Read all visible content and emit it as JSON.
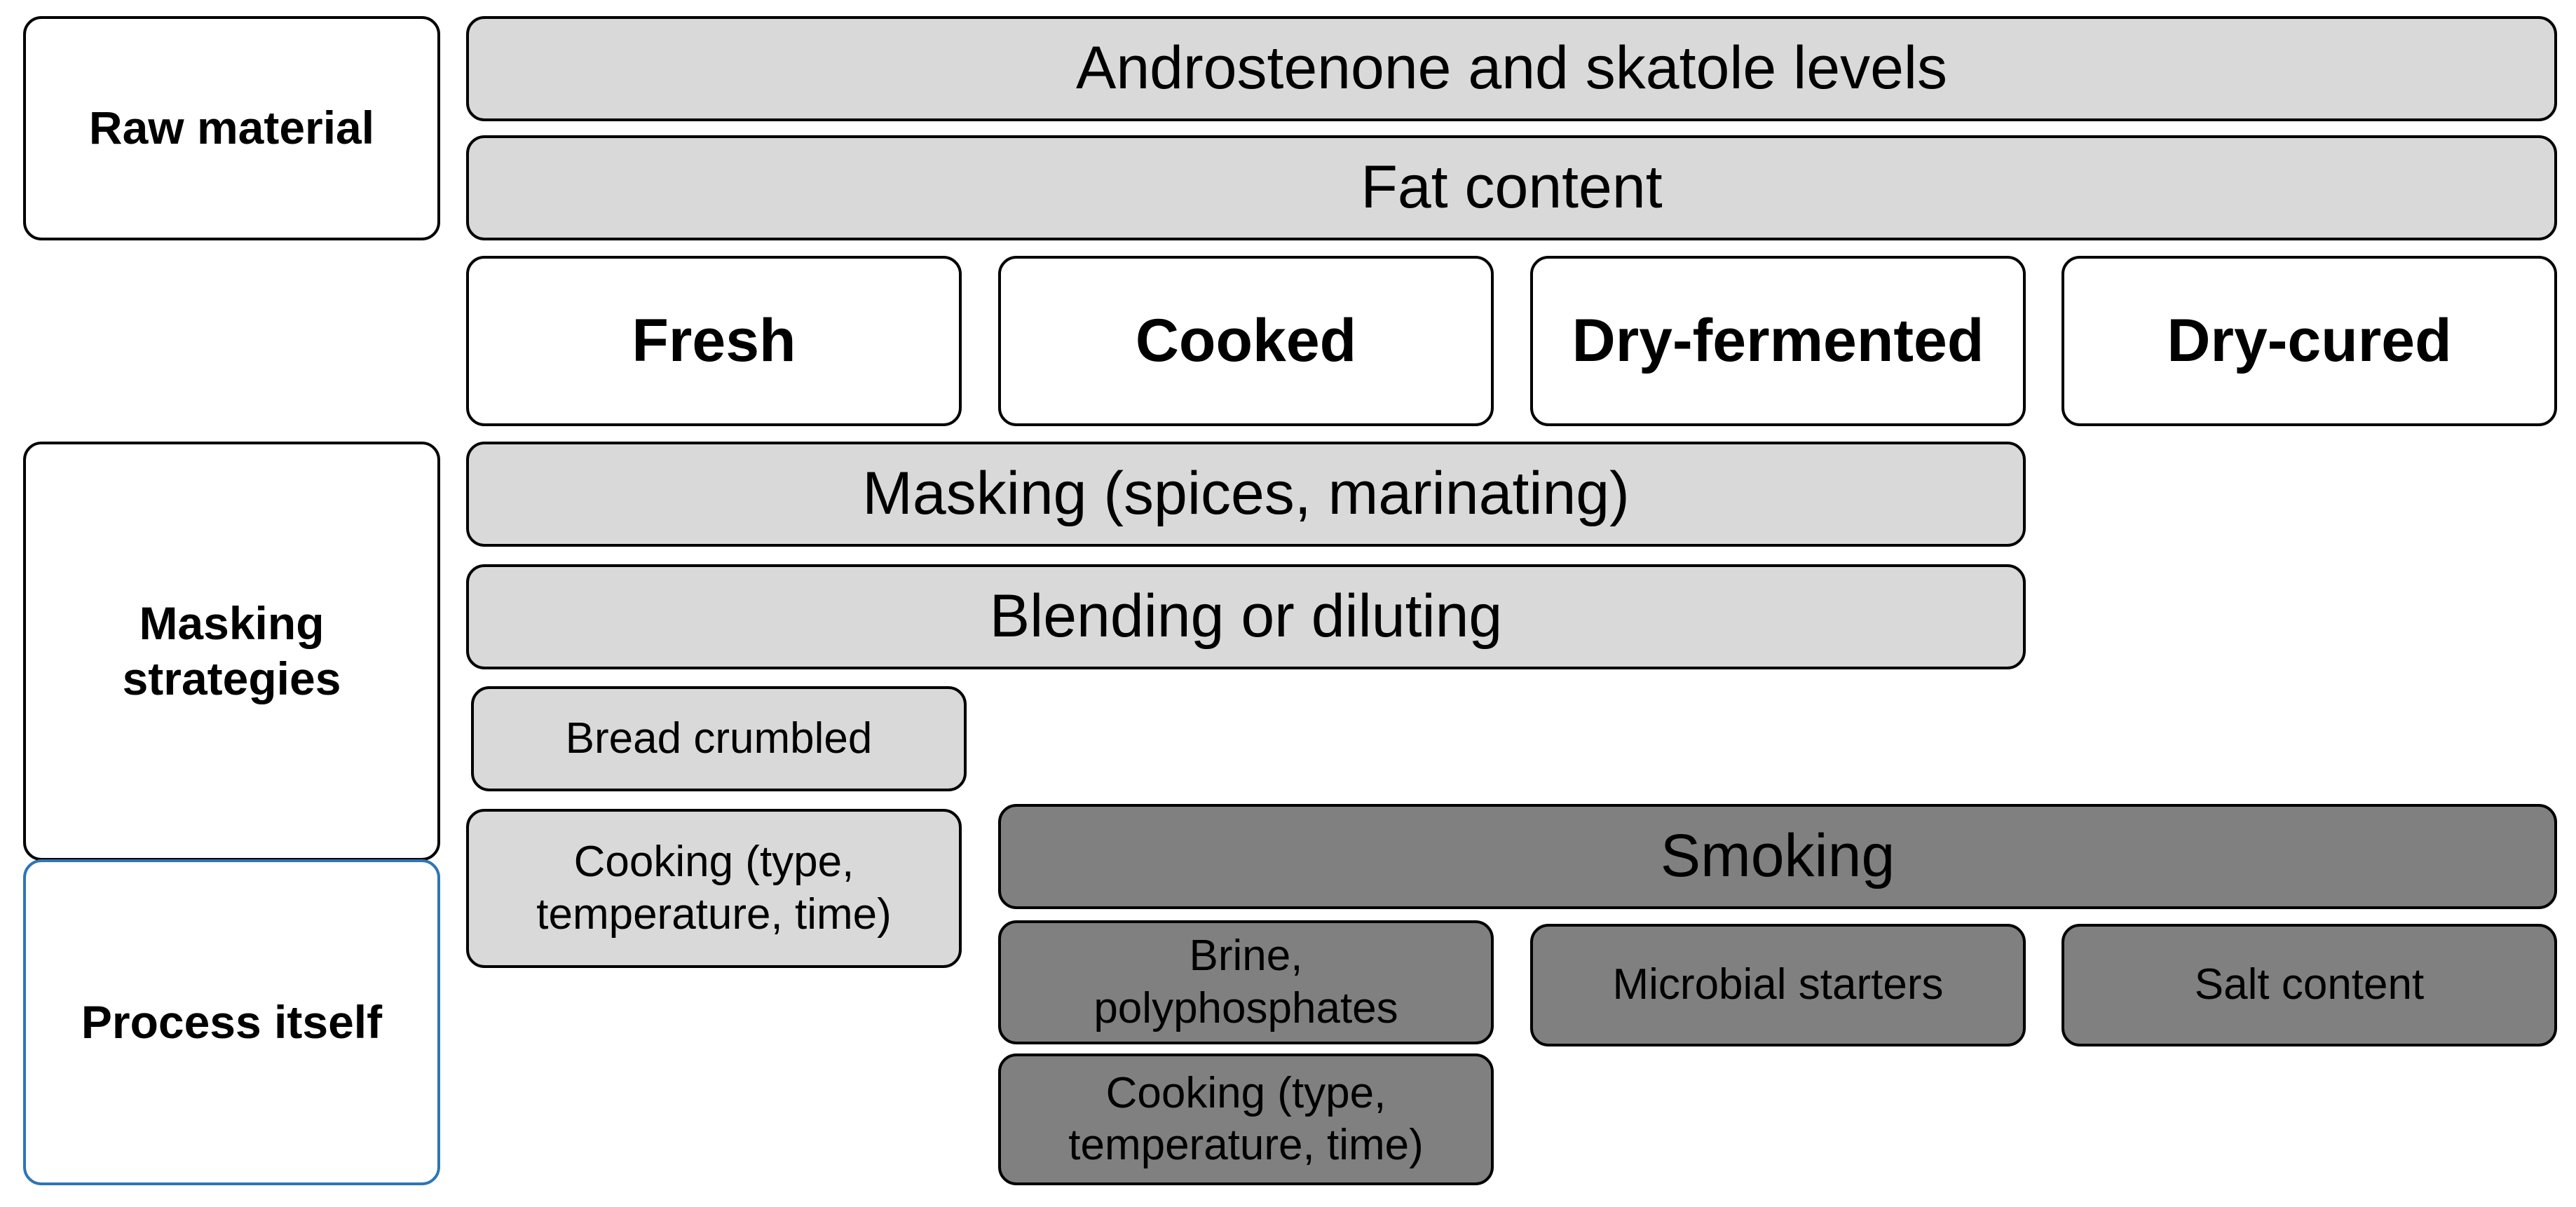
{
  "labels": {
    "raw_material": "Raw material",
    "masking_strategies": "Masking strategies",
    "process_itself": "Process itself"
  },
  "raw_material": {
    "androstenone": "Androstenone and skatole levels",
    "fat_content": "Fat content"
  },
  "columns": [
    "Fresh",
    "Cooked",
    "Dry-fermented",
    "Dry-cured"
  ],
  "masking": {
    "masking_spices": "Masking (spices, marinating)",
    "blending": "Blending or diluting",
    "bread_crumbled": "Bread crumbled"
  },
  "process": {
    "cooking_fresh": "Cooking (type, temperature, time)",
    "smoking": "Smoking",
    "brine": "Brine, polyphosphates",
    "microbial_starters": "Microbial starters",
    "salt_content": "Salt content",
    "cooking_cooked": "Cooking (type, temperature, time)"
  },
  "colors": {
    "light_fill": "#d9d9d9",
    "dark_fill": "#808080",
    "outline": "#000000",
    "process_outline": "#2e75b6"
  }
}
